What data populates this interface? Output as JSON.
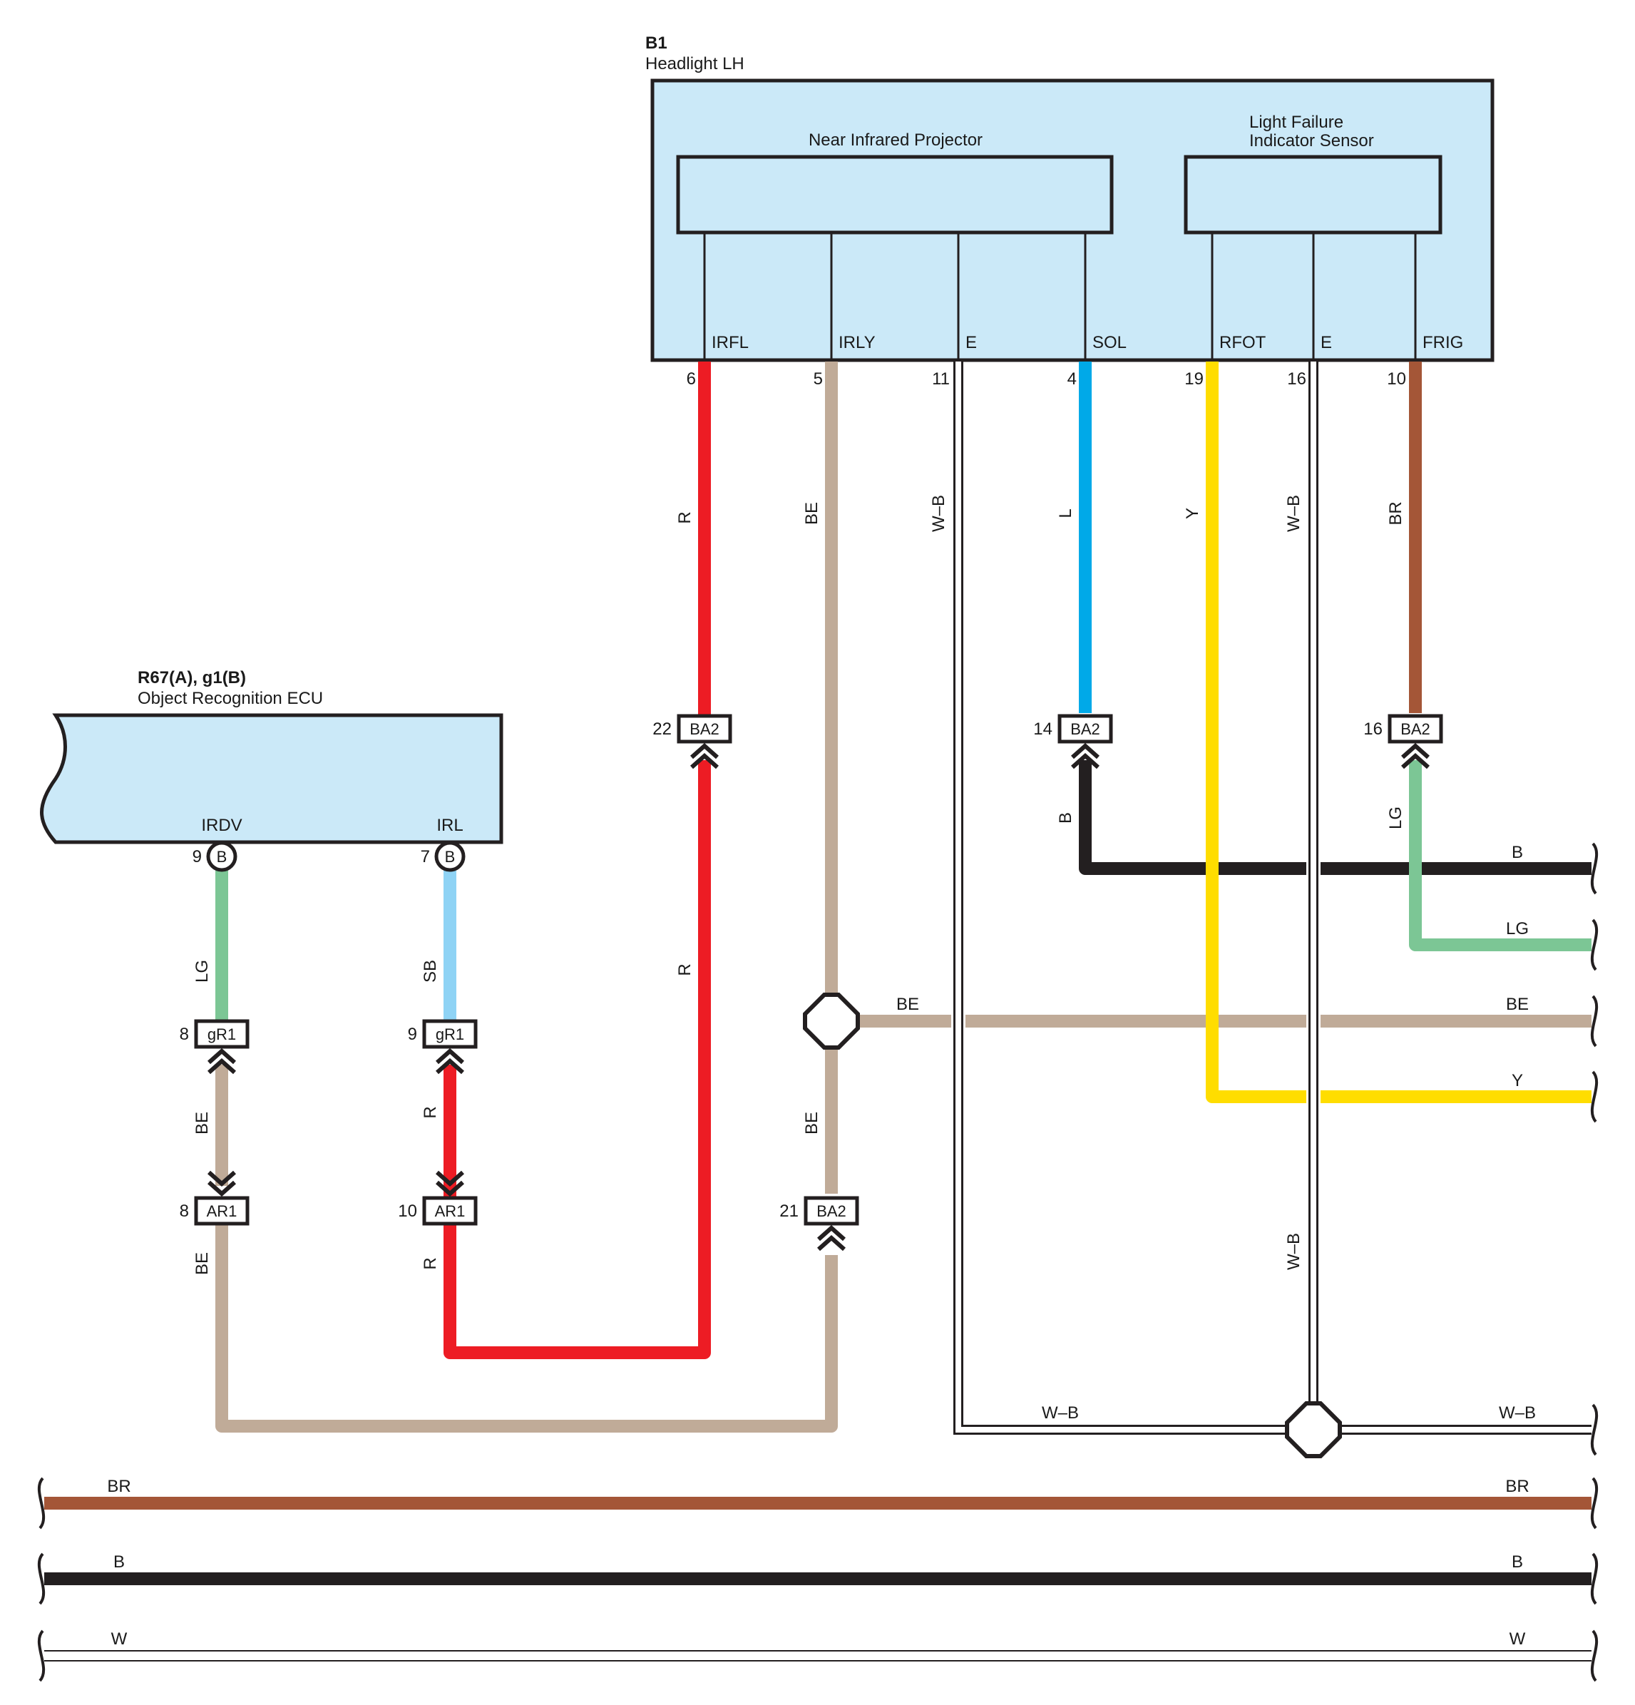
{
  "colors": {
    "box_fill": "#cbe9f8",
    "outline": "#231f20",
    "R": "#ed1c24",
    "BE": "#c0ab98",
    "L": "#00a9e8",
    "Y": "#ffdd00",
    "BR": "#a45637",
    "B": "#231f20",
    "LG": "#7cc695",
    "SB": "#8fd3f5",
    "W": "#ffffff"
  },
  "headlight": {
    "ref": "B1",
    "name": "Headlight LH",
    "projector_label": "Near Infrared Projector",
    "sensor_label_line1": "Light Failure",
    "sensor_label_line2": "Indicator Sensor",
    "terminals": [
      {
        "name": "IRFL",
        "pin": "6"
      },
      {
        "name": "IRLY",
        "pin": "5"
      },
      {
        "name": "E",
        "pin": "11"
      },
      {
        "name": "SOL",
        "pin": "4"
      },
      {
        "name": "RFOT",
        "pin": "19"
      },
      {
        "name": "E",
        "pin": "16"
      },
      {
        "name": "FRIG",
        "pin": "10"
      }
    ]
  },
  "ecu": {
    "ref": "R67(A), g1(B)",
    "name": "Object Recognition ECU",
    "terminals": [
      {
        "name": "IRDV",
        "pin": "9",
        "connector": "B"
      },
      {
        "name": "IRL",
        "pin": "7",
        "connector": "B"
      }
    ]
  },
  "connectors": [
    {
      "id": "ba2_22",
      "pin": "22",
      "label": "BA2"
    },
    {
      "id": "ba2_14",
      "pin": "14",
      "label": "BA2"
    },
    {
      "id": "ba2_16",
      "pin": "16",
      "label": "BA2"
    },
    {
      "id": "ba2_21",
      "pin": "21",
      "label": "BA2"
    },
    {
      "id": "gr1_8",
      "pin": "8",
      "label": "gR1"
    },
    {
      "id": "gr1_9",
      "pin": "9",
      "label": "gR1"
    },
    {
      "id": "ar1_8",
      "pin": "8",
      "label": "AR1"
    },
    {
      "id": "ar1_10",
      "pin": "10",
      "label": "AR1"
    }
  ],
  "wire_labels": {
    "irfl_upper": "R",
    "irfl_lower": "R",
    "irly_upper": "BE",
    "e11": "W–B",
    "sol": "L",
    "rfot": "Y",
    "e16_upper": "W–B",
    "e16_lower": "W–B",
    "frig": "BR",
    "ba2_14_below": "B",
    "ba2_16_below": "LG",
    "irdv": "LG",
    "irl": "SB",
    "gr1_8_below": "BE",
    "gr1_9_below": "R",
    "ar1_8_below": "BE",
    "ar1_10_below": "R",
    "splice_below": "BE",
    "splice_right": "BE",
    "right_b": "B",
    "right_lg": "LG",
    "right_be": "BE",
    "right_y": "Y",
    "bottom_wb_left": "W–B",
    "bottom_wb_right": "W–B",
    "bus_br_left": "BR",
    "bus_br_right": "BR",
    "bus_b_left": "B",
    "bus_b_right": "B",
    "bus_w_left": "W",
    "bus_w_right": "W"
  }
}
